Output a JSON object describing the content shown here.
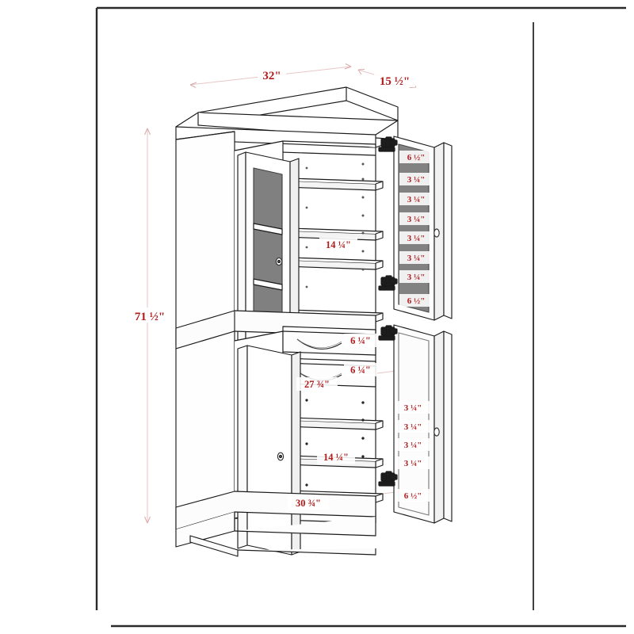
{
  "drawing": {
    "title": "Cabinet Dimension Diagram",
    "type": "isometric-technical-drawing",
    "accent_color": "#b01c1c",
    "line_color": "#1a1a1a",
    "dim_line_color": "#e8c4c4",
    "glass_fill": "#808080",
    "border": {
      "visible": true
    }
  },
  "overall": {
    "width": "32\"",
    "depth": "15 ½\"",
    "height": "71 ½\""
  },
  "upper_cabinet": {
    "shelf_depth": "14 ¼\"",
    "door_hole_spacing": [
      "6 ½\"",
      "3 ¼\"",
      "3 ¼\"",
      "3 ¼\"",
      "3 ¼\"",
      "3 ¼\"",
      "3 ¼\"",
      "6 ½\""
    ]
  },
  "drawers": {
    "top_drawer_height": "6 ¼\"",
    "bottom_drawer_height": "6 ¼\"",
    "drawer_width": "27 ¾\""
  },
  "lower_cabinet": {
    "shelf_depth": "14 ¼\"",
    "interior_width": "30 ¾\"",
    "door_hole_spacing": [
      "3 ¼\"",
      "3 ¼\"",
      "3 ¼\"",
      "3 ¼\"",
      "6 ½\""
    ]
  },
  "labels": {
    "width_top": "32\"",
    "depth_top": "15 ½\"",
    "height_left": "71 ½\"",
    "upper_shelf_depth": "14 ¼\"",
    "lower_shelf_depth": "14 ¼\"",
    "drawer_upper": "6 ¼\"",
    "drawer_lower": "6 ¼\"",
    "drawer_span": "27 ¾\"",
    "base_span": "30 ¾\"",
    "u1": "6 ½\"",
    "u2": "3 ¼\"",
    "u3": "3 ¼\"",
    "u4": "3 ¼\"",
    "u5": "3 ¼\"",
    "u6": "3 ¼\"",
    "u7": "3 ¼\"",
    "u8": "6 ½\"",
    "l1": "3 ¼\"",
    "l2": "3 ¼\"",
    "l3": "3 ¼\"",
    "l4": "3 ¼\"",
    "l5": "6 ½\""
  }
}
